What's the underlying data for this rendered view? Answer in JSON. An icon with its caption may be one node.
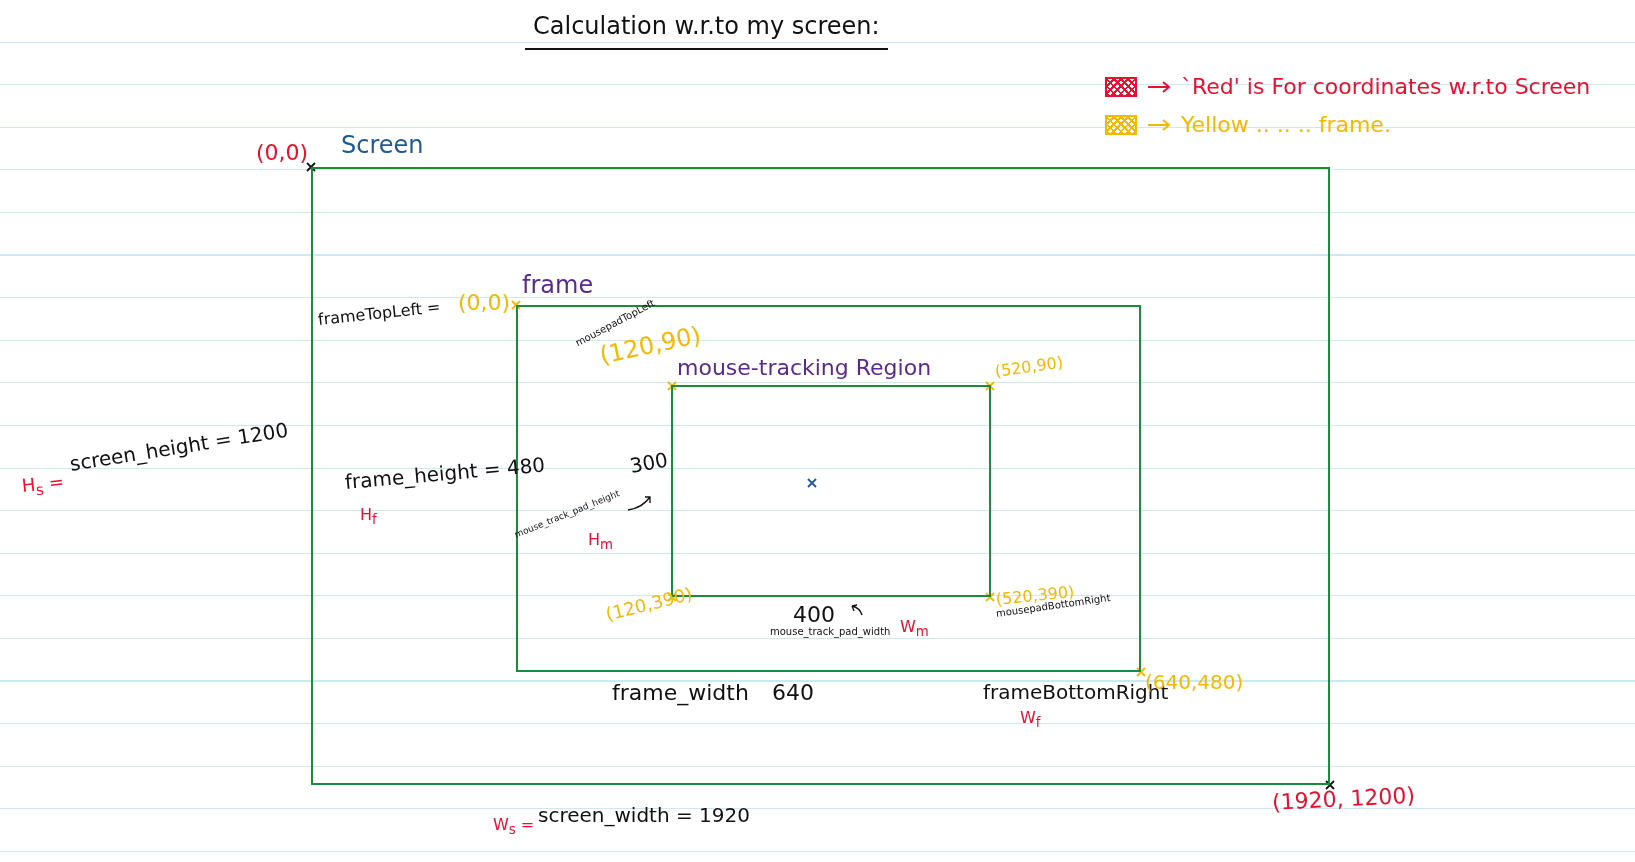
{
  "diagram": {
    "title": "Calculation w.r.to my screen:",
    "nodes": [
      {
        "text": [
          "Screen"
        ]
      },
      {
        "text": [
          "frame"
        ],
        "in": 0
      },
      {
        "text": [
          "mouse-tracking Region"
        ],
        "in": 1
      }
    ],
    "labels": [
      "(0,0)",
      "frameTopLeft =",
      "(0,0)",
      "mousepadTopLeft",
      "(120,90)",
      "(520,90)",
      "H$_{s}$ =",
      "screen_height = 1200",
      "frame_height = 480",
      "H$_{f}$",
      "300",
      "mouse_track_pad_height",
      "H$_{m}$",
      "(120,390)",
      "400",
      "mouse_track_pad_width",
      "W$_{m}$",
      "(520,390)",
      "mousepadBottomRight",
      "frame_width",
      "640",
      "frameBottomRight",
      "W$_{f}$",
      "(640,480)",
      "(1920, 1200)",
      "W$_{s}$ =",
      "screen_width = 1920"
    ],
    "legend": [
      {
        "text": "`Red' is For coordinates w.r.to Screen",
        "color": "#e8112d"
      },
      {
        "text": "Yellow .. .. .. frame.",
        "color": "#f5b800"
      }
    ]
  }
}
